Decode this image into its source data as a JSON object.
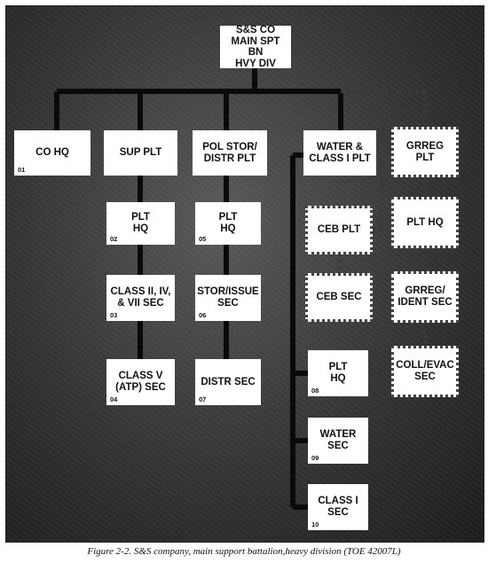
{
  "diagram": {
    "root": {
      "label": "S&S CO\nMAIN SPT BN\nHVY DIV"
    },
    "nodes": {
      "co_hq": {
        "label": "CO HQ",
        "code": "01"
      },
      "sup_plt": {
        "label": "SUP PLT"
      },
      "sup_plt_hq": {
        "label": "PLT\nHQ",
        "code": "02"
      },
      "class_2_4_7_sec": {
        "label": "CLASS II, IV,\n& VII SEC",
        "code": "03"
      },
      "class_5_sec": {
        "label": "CLASS V\n(ATP) SEC",
        "code": "04"
      },
      "pol_plt": {
        "label": "POL STOR/\nDISTR PLT"
      },
      "pol_plt_hq": {
        "label": "PLT\nHQ",
        "code": "05"
      },
      "stor_issue_sec": {
        "label": "STOR/ISSUE\nSEC",
        "code": "06"
      },
      "distr_sec": {
        "label": "DISTR  SEC",
        "code": "07"
      },
      "water_class1_plt": {
        "label": "WATER &\nCLASS I  PLT"
      },
      "ceb_plt": {
        "label": "CEB PLT"
      },
      "ceb_sec": {
        "label": "CEB SEC"
      },
      "water_plt_hq": {
        "label": "PLT\nHQ",
        "code": "08"
      },
      "water_sec": {
        "label": "WATER SEC",
        "code": "09"
      },
      "class1_sec": {
        "label": "CLASS I SEC",
        "code": "10"
      },
      "grreg_plt": {
        "label": "GRREG PLT"
      },
      "grreg_plt_hq": {
        "label": "PLT  HQ"
      },
      "grreg_ident_sec": {
        "label": "GRREG/\nIDENT  SEC"
      },
      "coll_evac_sec": {
        "label": "COLL/EVAC\nSEC"
      }
    }
  },
  "caption": "Figure 2-2. S&S company, main support battalion,heavy division (TOE 42007L)"
}
